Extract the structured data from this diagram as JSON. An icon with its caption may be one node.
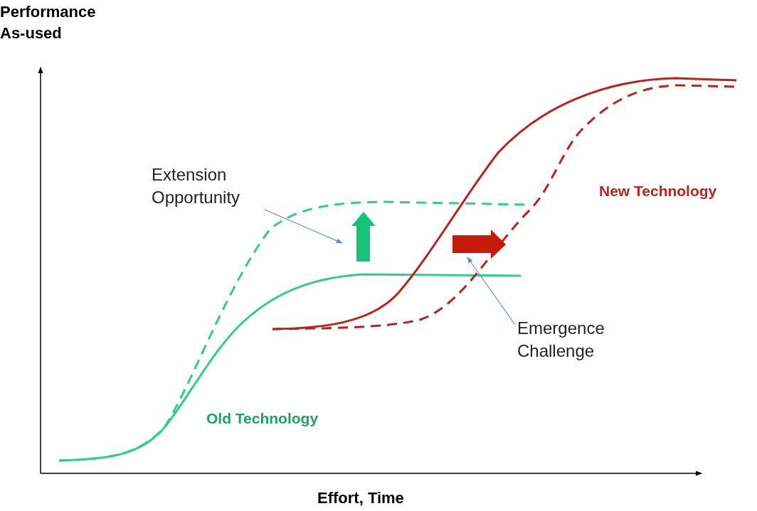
{
  "diagram": {
    "nodes": [
      {
        "text": [
          "Extension Opportunity"
        ]
      },
      {
        "text": [
          "Emergence Challenge"
        ]
      }
    ],
    "edges": [
      {
        "from": 0,
        "to": null,
        "arrow": "to"
      },
      {
        "from": 1,
        "to": null,
        "arrow": "to"
      }
    ],
    "labels": [
      "Performance As-used",
      "New Technology",
      "Old Technology",
      "Effort, Time"
    ]
  }
}
